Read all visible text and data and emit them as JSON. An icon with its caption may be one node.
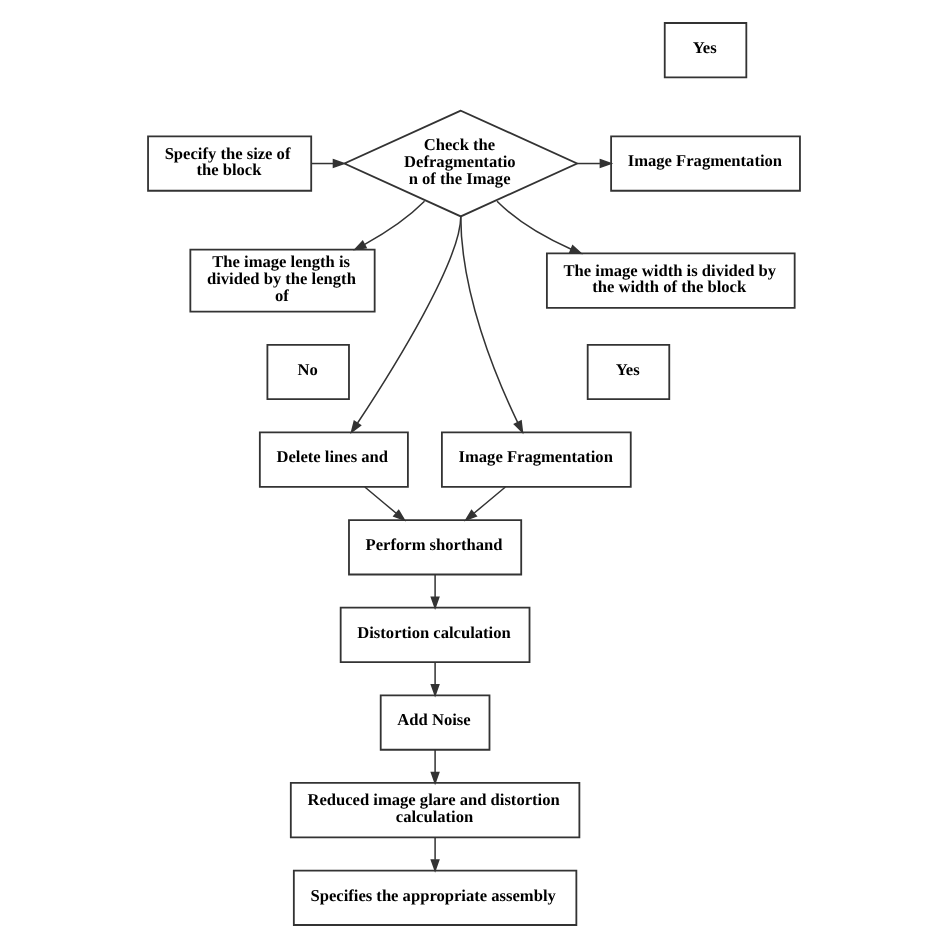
{
  "diagram": {
    "nodes": [
      {
        "text": [
          "Yes"
        ]
      },
      {
        "text": [
          "Specify the size of the block"
        ]
      },
      {
        "text": [
          "Check the Defragmentatio n of the Image"
        ]
      },
      {
        "text": [
          "Image Fragmentation"
        ]
      },
      {
        "text": [
          "The image length is divided by the length of"
        ]
      },
      {
        "text": [
          "The image width is divided by the width of the block"
        ]
      },
      {
        "text": [
          "No"
        ]
      },
      {
        "text": [
          "Yes"
        ]
      },
      {
        "text": [
          "Delete lines and"
        ]
      },
      {
        "text": [
          "Image Fragmentation"
        ]
      },
      {
        "text": [
          "Perform shorthand"
        ]
      },
      {
        "text": [
          "Distortion calculation"
        ]
      },
      {
        "text": [
          "Add Noise"
        ]
      },
      {
        "text": [
          "Reduced image glare and distortion calculation"
        ]
      },
      {
        "text": [
          "Specifies the appropriate assembly"
        ]
      }
    ],
    "edges": [
      {
        "from": 1,
        "to": 2,
        "arrow": "to"
      },
      {
        "from": 2,
        "to": 3,
        "arrow": "to"
      },
      {
        "from": 2,
        "to": 4,
        "arrow": "to"
      },
      {
        "from": 2,
        "to": 5,
        "arrow": "to"
      },
      {
        "from": 2,
        "to": 8,
        "arrow": "to"
      },
      {
        "from": 2,
        "to": 9,
        "arrow": "to"
      },
      {
        "from": 8,
        "to": 10,
        "arrow": "to"
      },
      {
        "from": 9,
        "to": 10,
        "arrow": "to"
      },
      {
        "from": 10,
        "to": 11,
        "arrow": "to"
      },
      {
        "from": 11,
        "to": 12,
        "arrow": "to"
      },
      {
        "from": 12,
        "to": 13,
        "arrow": "to"
      },
      {
        "from": 13,
        "to": 14,
        "arrow": "to"
      }
    ]
  }
}
